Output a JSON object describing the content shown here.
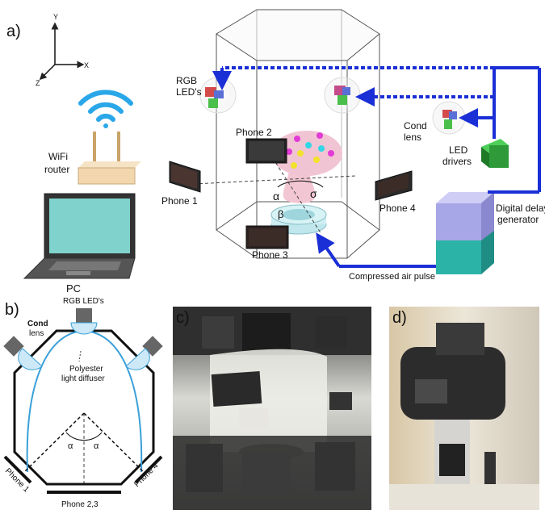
{
  "panel_a": {
    "letter": "a)",
    "axes": {
      "y": "Y",
      "x": "X",
      "z": "Z"
    },
    "wifi_label_line1": "WiFi",
    "wifi_label_line2": "router",
    "pc_label": "PC",
    "rgb_leds_line1": "RGB",
    "rgb_leds_line2": "LED's",
    "phone1": "Phone 1",
    "phone2": "Phone 2",
    "phone3": "Phone 3",
    "phone4": "Phone 4",
    "alpha": "α",
    "beta": "β",
    "sigma": "σ",
    "cond_lens_line1": "Cond",
    "cond_lens_line2": "lens",
    "led_drivers_line1": "LED",
    "led_drivers_line2": "drivers",
    "delay_gen_line1": "Digital delay",
    "delay_gen_line2": "generator",
    "air_pulse": "Compressed air pulse"
  },
  "panel_b": {
    "letter": "b)",
    "rgb_leds": "RGB LED's",
    "cond_line1": "Cond",
    "cond_line2": "lens",
    "diffuser_line1": "Polyester",
    "diffuser_line2": "light diffuser",
    "alpha_left": "α",
    "alpha_right": "α",
    "phone1": "Phone 1",
    "phone4": "Phone 4",
    "phone23": "Phone 2,3"
  },
  "panel_c": {
    "letter": "c)"
  },
  "panel_d": {
    "letter": "d)"
  },
  "colors": {
    "blue_line": "#1a2fd6",
    "tube_outline": "#555555",
    "diffuser": "#3aa0d8",
    "led_driver": "#2e9a3a",
    "delay_top": "#a7a6e6",
    "delay_bottom": "#2bb3a8"
  }
}
